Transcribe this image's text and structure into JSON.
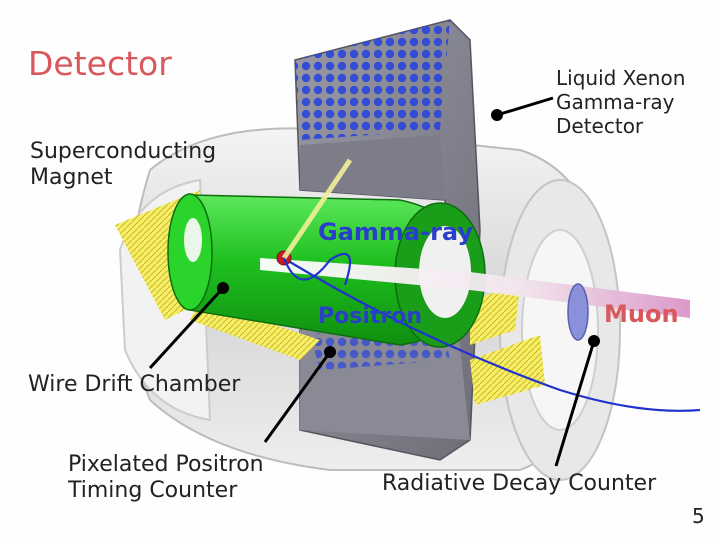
{
  "slide": {
    "title": "Detector",
    "page_number": "5"
  },
  "labels": {
    "superconducting_magnet": [
      "Superconducting",
      "Magnet"
    ],
    "liquid_xenon": [
      "Liquid Xenon",
      "Gamma-ray",
      "Detector"
    ],
    "gamma_ray": "Gamma-ray",
    "positron": "Positron",
    "muon": "Muon",
    "wire_drift_chamber": "Wire Drift Chamber",
    "pixelated_timing_counter": [
      "Pixelated Positron",
      "Timing Counter"
    ],
    "radiative_decay_counter": "Radiative Decay Counter"
  },
  "colors": {
    "title": "#d9585e",
    "particle_label": "#2a3fc9",
    "muon_label": "#d9585e",
    "drift_chamber": "#1fbf1f",
    "xenon_pmts": "#2f49d6",
    "timing_counter": "#f0e23a"
  }
}
